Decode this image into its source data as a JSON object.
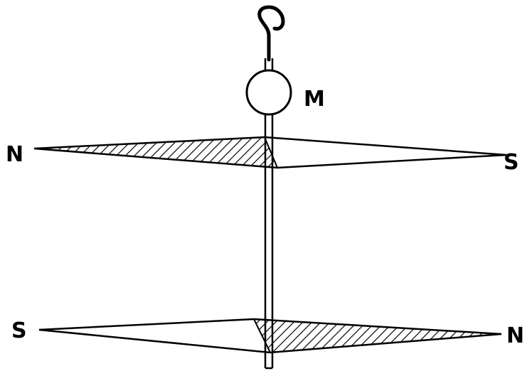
{
  "labels": {
    "magnet_ball": "M",
    "upper_left": "N",
    "upper_right": "S",
    "lower_left": "S",
    "lower_right": "N"
  },
  "colors": {
    "ink": "#000000",
    "background": "#ffffff"
  }
}
